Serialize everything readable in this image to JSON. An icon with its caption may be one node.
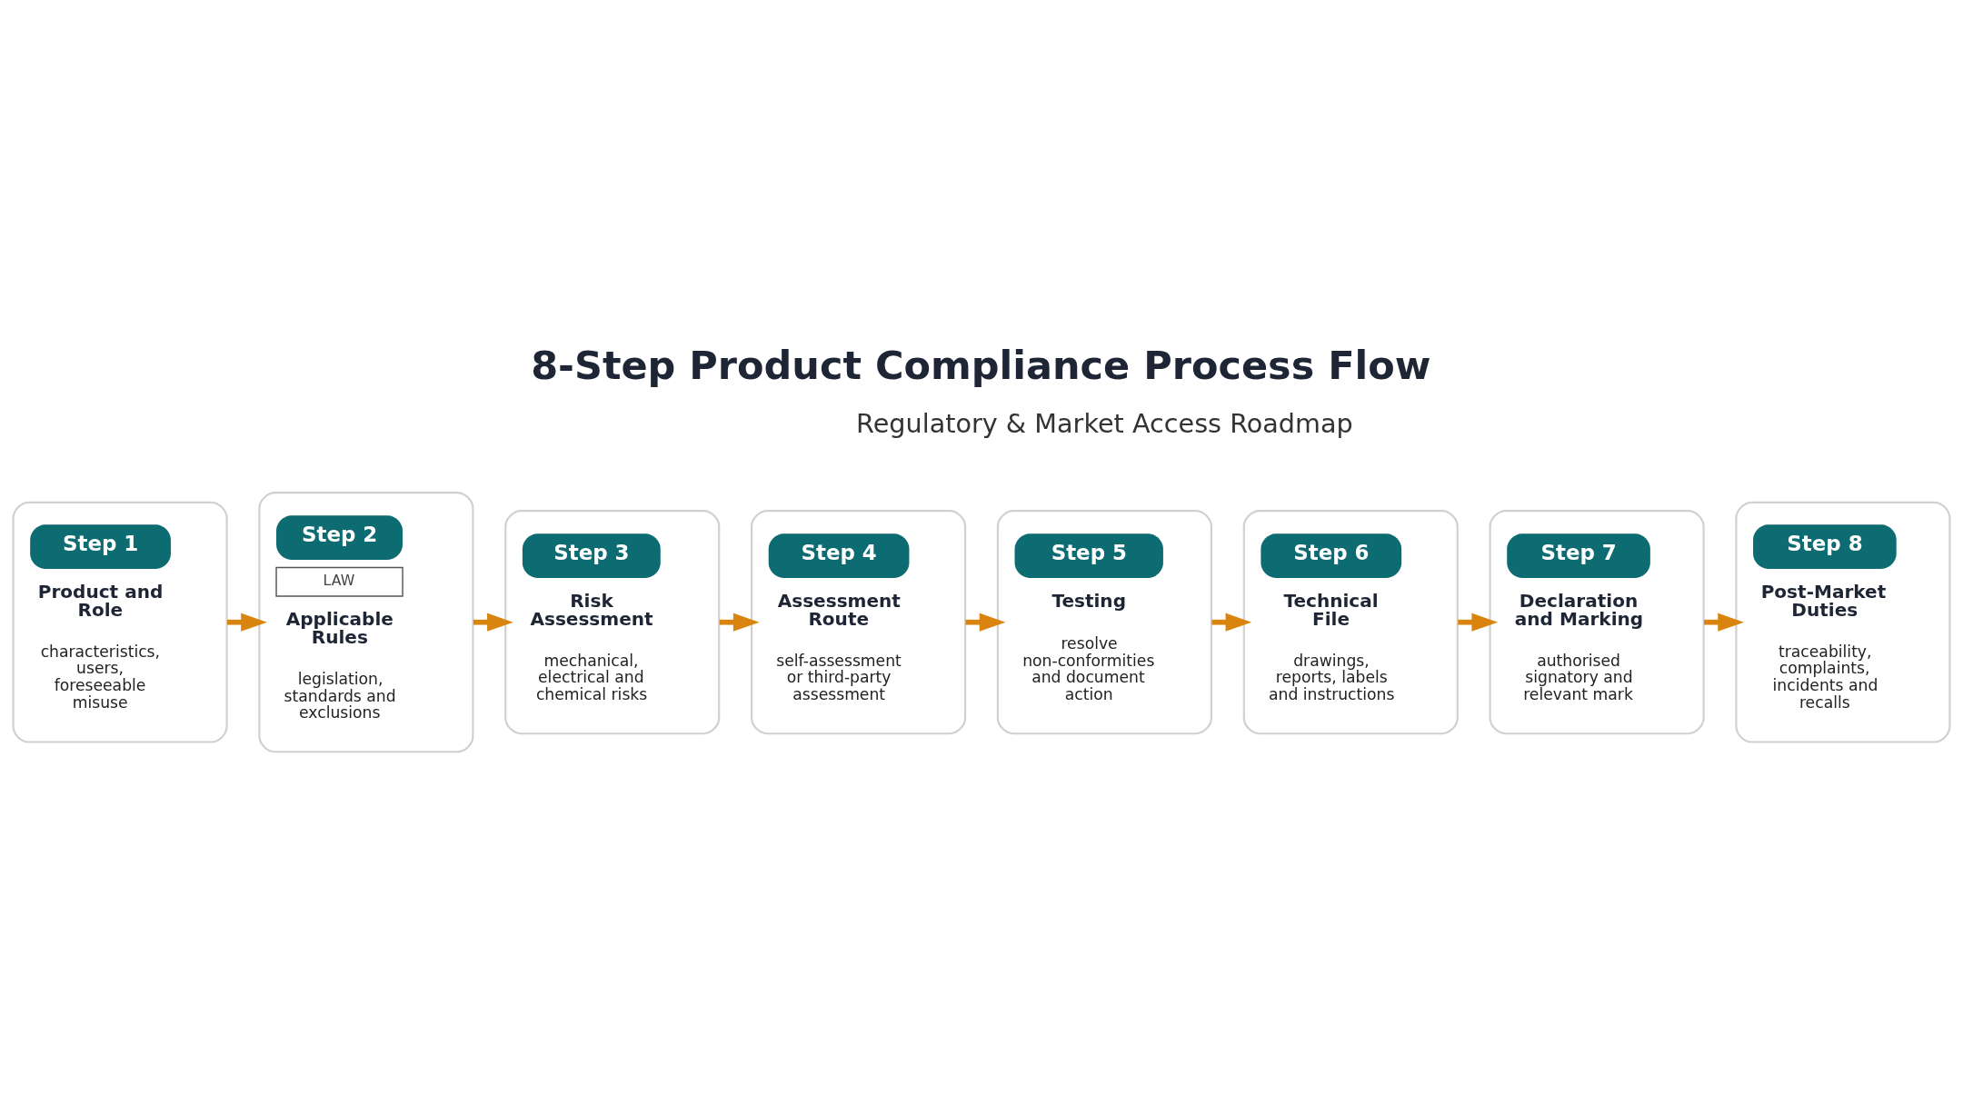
{
  "diagram": {
    "title": "8-Step Product Compliance Process Flow",
    "nodes": [
      {
        "text": [
          "Step 1",
          "Product and Role",
          "characteristics, users, foreseeable misuse"
        ]
      },
      {
        "text": [
          "Step 2",
          "LAW",
          "Applicable Rules",
          "legislation, standards and exclusions"
        ]
      },
      {
        "text": [
          "Step 3",
          "Risk Assessment",
          "mechanical, electrical and chemical risks"
        ]
      },
      {
        "text": [
          "Step 4",
          "Assessment Route",
          "self-assessment or third-party assessment"
        ]
      },
      {
        "text": [
          "Step 5",
          "Testing",
          "resolve non-conformities and document action"
        ]
      },
      {
        "text": [
          "Step 6",
          "Technical File",
          "drawings, reports, labels and instructions"
        ]
      },
      {
        "text": [
          "Step 7",
          "Declaration and Marking",
          "authorised signatory and relevant mark"
        ]
      },
      {
        "text": [
          "Step 8",
          "Post-Market Duties",
          "traceability, complaints, incidents and recalls"
        ]
      }
    ],
    "edges": [
      {
        "from": 0,
        "to": 1,
        "arrow": "to"
      },
      {
        "from": 1,
        "to": 2,
        "arrow": "to"
      },
      {
        "from": 2,
        "to": 3,
        "arrow": "to"
      },
      {
        "from": 3,
        "to": 4,
        "arrow": "to"
      },
      {
        "from": 4,
        "to": 5,
        "arrow": "to"
      },
      {
        "from": 5,
        "to": 6,
        "arrow": "to"
      },
      {
        "from": 6,
        "to": 7,
        "arrow": "to"
      }
    ],
    "labels": [
      "Regulatory & Market Access Roadmap"
    ]
  }
}
